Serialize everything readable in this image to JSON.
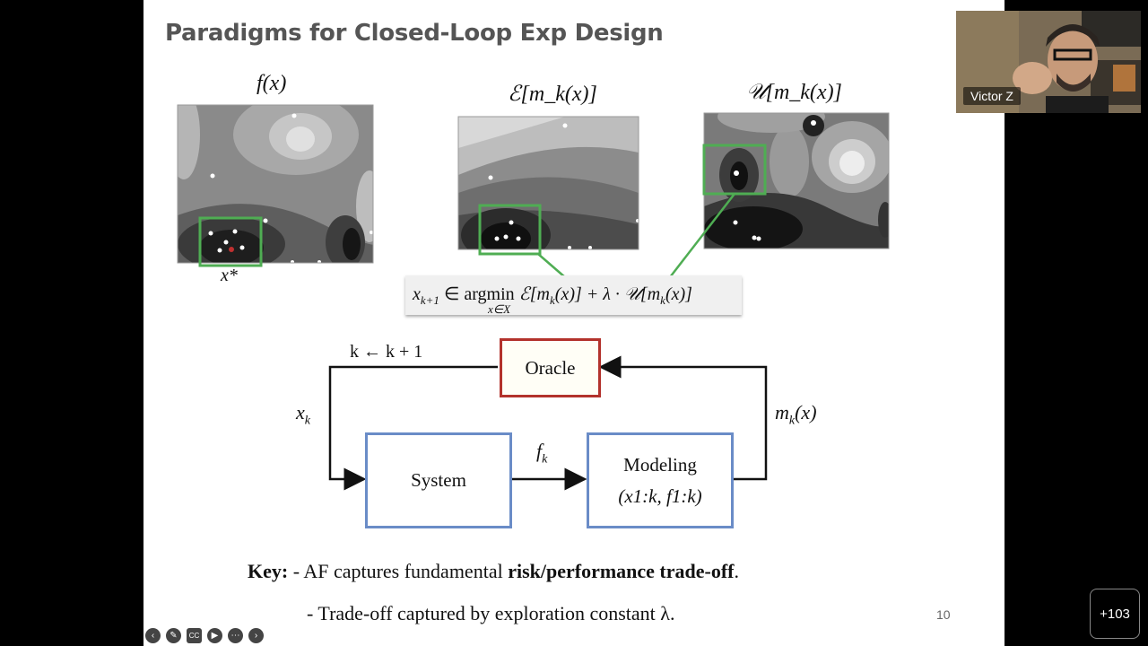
{
  "slide": {
    "title": "Paradigms for Closed-Loop Exp Design",
    "plot_labels": {
      "f": "f(x)",
      "e": "ℰ[m_k(x)]",
      "u": "𝒰[m_k(x)]",
      "xstar": "x*"
    },
    "formula": {
      "lhs": "x",
      "lhs_sub": "k+1",
      "op": "∈ argmin",
      "under": "x∈X",
      "rhs": "ℰ[m",
      "rhs_sub": "k",
      "rhs2": "(x)] + λ · 𝒰[m",
      "rhs2_sub": "k",
      "rhs3": "(x)]"
    },
    "diagram": {
      "oracle": "Oracle",
      "system": "System",
      "modeling": "Modeling",
      "modeling_args": "(x1:k, f1:k)",
      "k_update": "k ← k + 1",
      "xk": "x",
      "xk_sub": "k",
      "fk": "f",
      "fk_sub": "k",
      "mk": "m",
      "mk_sub": "k",
      "mk_rest": "(x)"
    },
    "key": {
      "label": "Key:",
      "line1_prefix": "- AF captures fundamental ",
      "line1_bold": "risk/performance trade-off",
      "line1_suffix": ".",
      "line2": "- Trade-off captured by exploration constant λ."
    },
    "page_number": "10"
  },
  "video": {
    "participant_name": "Victor Z"
  },
  "participants_button": "+103",
  "toolbar_icons": [
    "back-icon",
    "pen-icon",
    "captions-icon",
    "camera-off-icon",
    "more-icon",
    "forward-icon"
  ],
  "colors": {
    "highlight_green": "#4fad53",
    "oracle_red": "#b3322c",
    "box_blue": "#6a8cc7"
  }
}
